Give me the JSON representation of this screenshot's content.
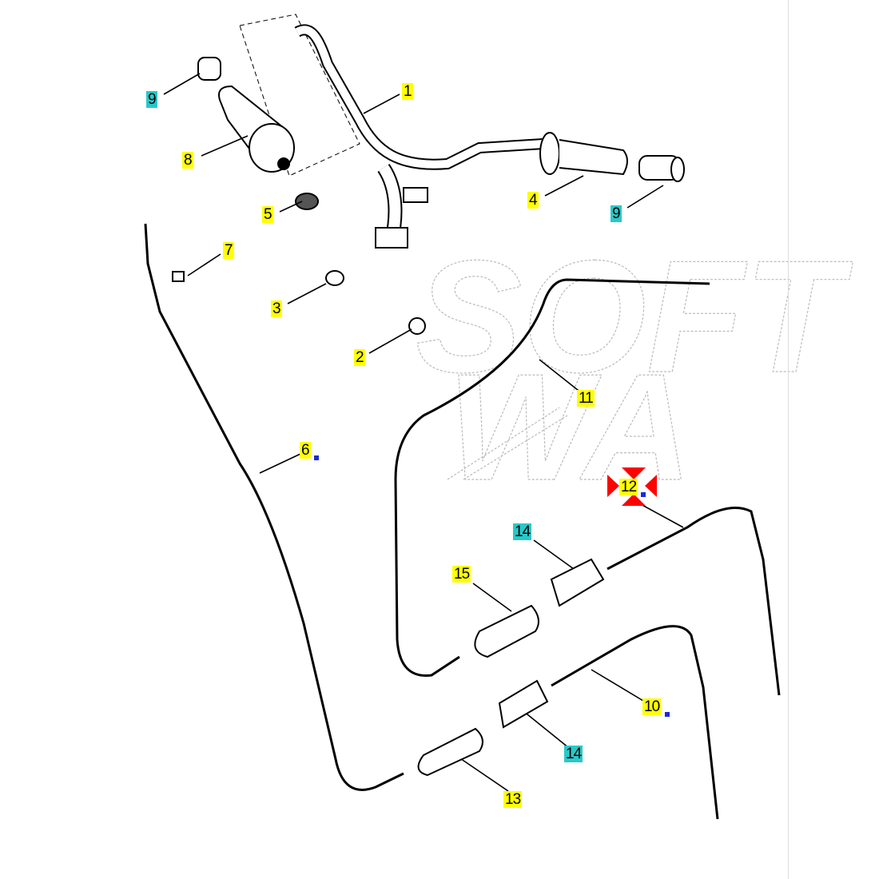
{
  "watermark": {
    "line1": "SOFT",
    "line2": "WA"
  },
  "callouts": [
    {
      "num": "1",
      "part": "handlebar",
      "style": "yellow"
    },
    {
      "num": "2",
      "part": "bolt",
      "style": "yellow"
    },
    {
      "num": "3",
      "part": "nut",
      "style": "yellow"
    },
    {
      "num": "4",
      "part": "right-grip",
      "style": "yellow"
    },
    {
      "num": "5",
      "part": "washer",
      "style": "yellow"
    },
    {
      "num": "6",
      "part": "cable",
      "style": "yellow"
    },
    {
      "num": "7",
      "part": "screw",
      "style": "yellow"
    },
    {
      "num": "8",
      "part": "throttle-grip",
      "style": "yellow"
    },
    {
      "num": "9",
      "part": "grip-end-left",
      "style": "cyan"
    },
    {
      "num": "9",
      "part": "grip-end-right",
      "style": "cyan"
    },
    {
      "num": "10",
      "part": "cable",
      "style": "yellow"
    },
    {
      "num": "11",
      "part": "cable",
      "style": "yellow"
    },
    {
      "num": "12",
      "part": "cable",
      "style": "yellow",
      "selected": true
    },
    {
      "num": "14",
      "part": "adjuster-upper",
      "style": "cyan"
    },
    {
      "num": "14",
      "part": "adjuster-lower",
      "style": "cyan"
    },
    {
      "num": "15",
      "part": "boot-upper",
      "style": "yellow"
    },
    {
      "num": "13",
      "part": "boot-lower",
      "style": "yellow"
    }
  ],
  "colors": {
    "yellow": "#ffff00",
    "cyan": "#29c8c8",
    "marker": "#ff0000",
    "dot": "#1a2bd6"
  }
}
